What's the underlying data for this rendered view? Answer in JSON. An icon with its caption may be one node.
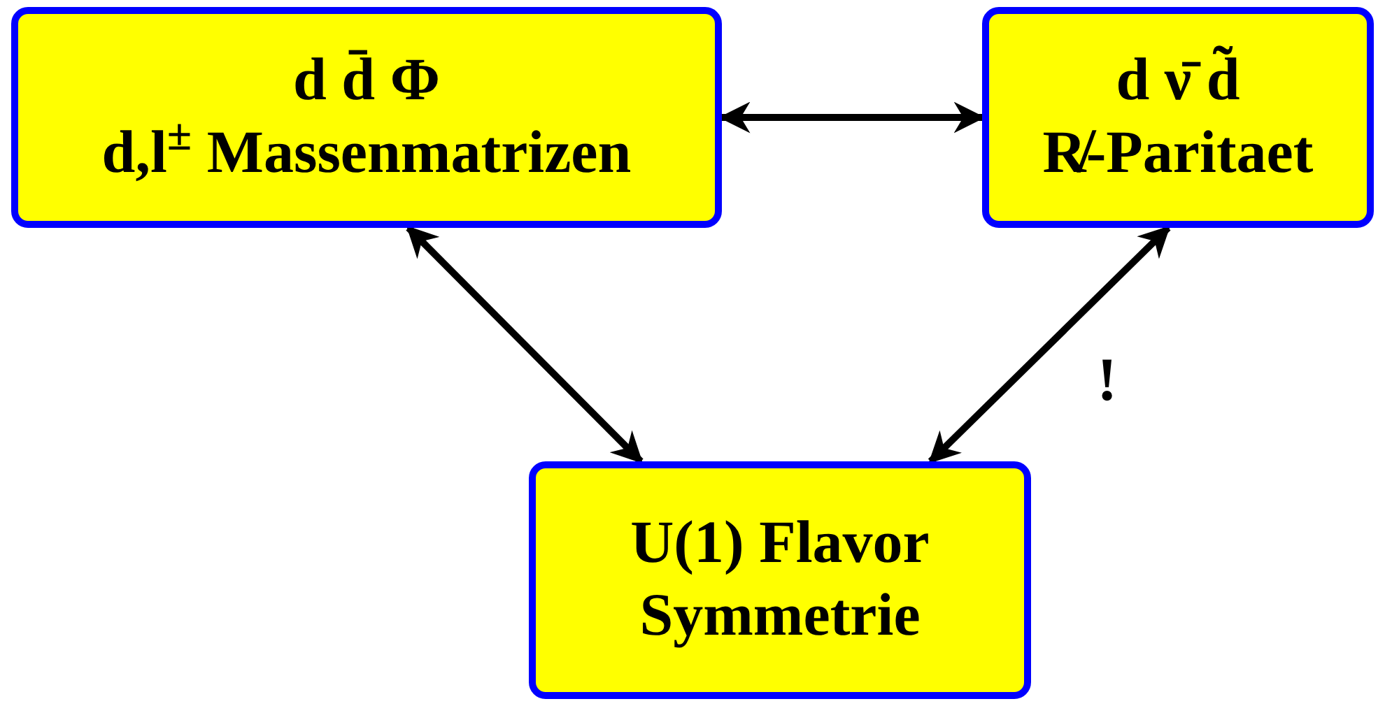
{
  "diagram": {
    "nodes": [
      {
        "text": [
          "d d̄ Φ",
          "d,l$^{±}$ Massenmatrizen"
        ]
      },
      {
        "text": [
          "d ν̄ d̃",
          "R̸-Paritaet"
        ]
      },
      {
        "text": [
          "U(1) Flavor Symmetrie"
        ]
      }
    ],
    "edges": [
      {
        "from": 0,
        "to": 1,
        "arrow": "both"
      },
      {
        "from": 0,
        "to": 2,
        "arrow": "both"
      },
      {
        "from": 1,
        "to": 2,
        "arrow": "both"
      }
    ],
    "labels": [
      "!"
    ]
  }
}
